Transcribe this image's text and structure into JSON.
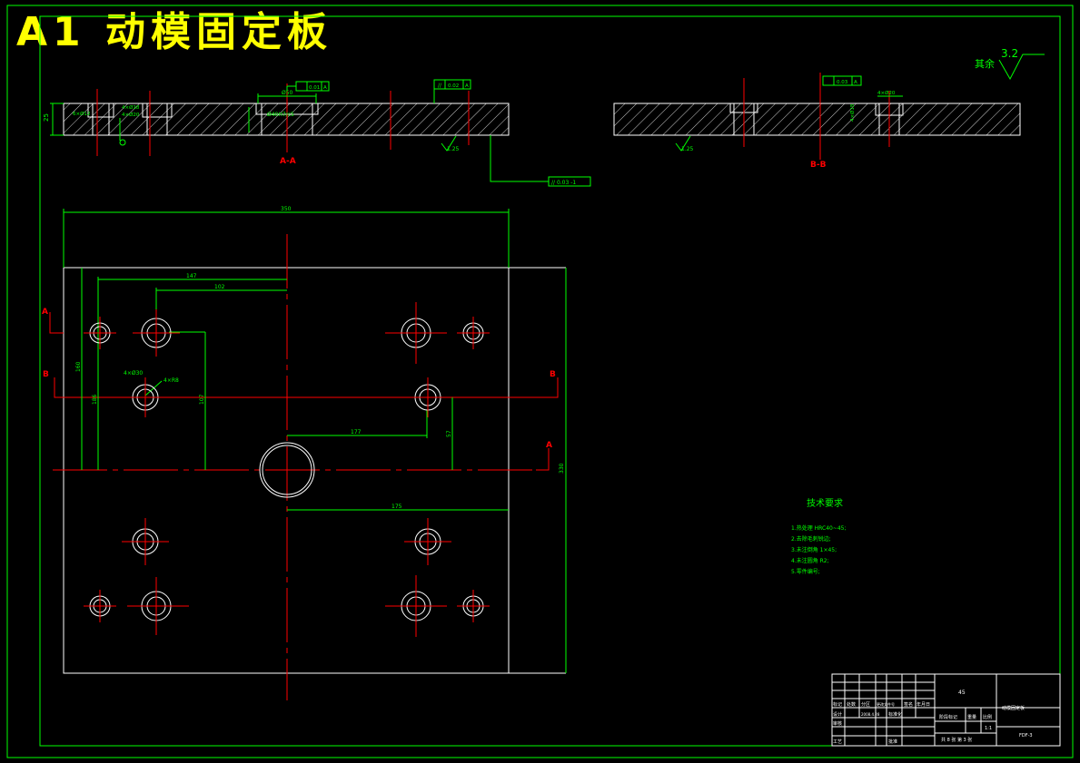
{
  "drawing": {
    "title": "A1  动模固定板",
    "roughness_other_label": "其余",
    "roughness_other_value": "3.2",
    "dims": {
      "width_top": "350",
      "d147": "147",
      "d102": "102",
      "d177": "177",
      "d175": "175",
      "d57": "57",
      "d330": "330",
      "d160": "160",
      "d186": "186",
      "d107": "107",
      "hole_a": "4×Ø30",
      "hole_b": "4×R8",
      "thickness": "25",
      "bore": "Ø40H7/c5",
      "phi50": "Ø50",
      "four_phi20": "4×Ø20",
      "small_a": "6×Ø12",
      "small_b": "4×Ø18"
    },
    "tolerances": {
      "flat_1": "0.01",
      "parallel_1": "0.02",
      "flat_2": "0.03",
      "frame_note": "// 0.03 -1",
      "datum_a": "A"
    },
    "surface_finish": {
      "s1": "1.25",
      "s2": "1.25"
    },
    "sections": {
      "aa": "A-A",
      "bb": "B-B",
      "a_label": "A",
      "b_label": "B"
    },
    "tech_req": {
      "title": "技术要求",
      "items": [
        "1.热处理 HRC40~45;",
        "2.去除毛刺锐边;",
        "3.未注倒角 1×45;",
        "4.未注圆角 R2;",
        "5.零件编号;"
      ]
    },
    "title_block": {
      "material": "45",
      "part_name": "动模固定板",
      "drawing_no": "FDF-3",
      "scale": "1:1",
      "sheet": "共 8 张  第 3 张",
      "c1": "标记",
      "c2": "处数",
      "c3": "分区",
      "c4": "更改文件号",
      "c5": "签名",
      "c6": "年月日",
      "r_design": "设计",
      "r_check": "审核",
      "r_process": "工艺",
      "r_std": "标准化",
      "r_approve": "批准",
      "stage": "阶段标记",
      "weight": "重量",
      "ratio": "比例",
      "date": "2008.4.28"
    }
  }
}
